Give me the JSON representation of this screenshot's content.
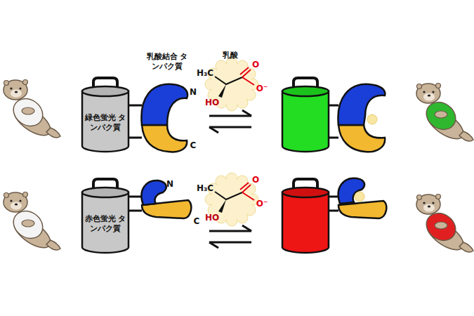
{
  "diagram": {
    "nodes": [
      {
        "text": [
          "緑色蛍光 タンパク質"
        ]
      },
      {
        "text": [
          "赤色蛍光 タンパク質"
        ]
      }
    ],
    "labels": [
      "乳酸結合 タンパク質",
      "N",
      "C",
      "乳酸",
      "H₃C",
      "O",
      "O⁻",
      "HO",
      "N",
      "C",
      "H₃C",
      "O",
      "O⁻",
      "HO"
    ]
  }
}
